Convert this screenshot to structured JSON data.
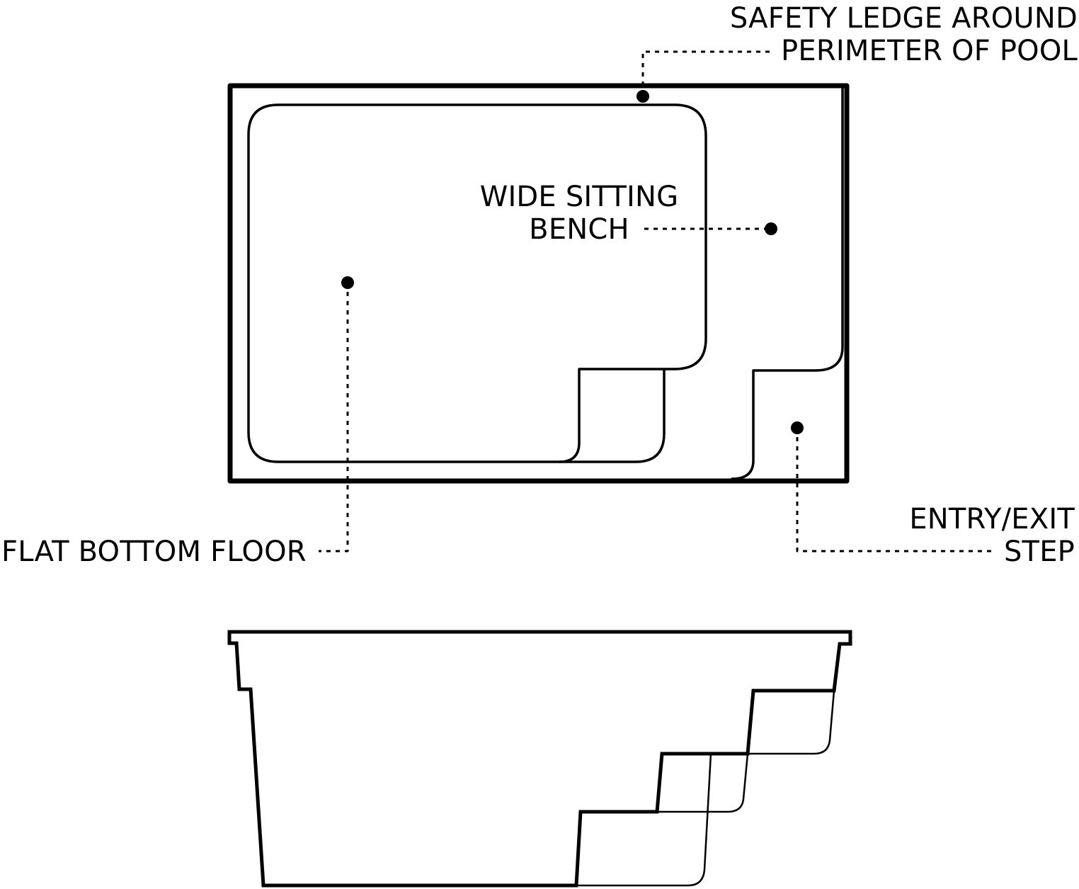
{
  "labels": {
    "safety_ledge": [
      "SAFETY LEDGE AROUND",
      "PERIMETER OF POOL"
    ],
    "sitting_bench": [
      "WIDE SITTING",
      "BENCH"
    ],
    "flat_floor": "FLAT BOTTOM FLOOR",
    "entry_exit": [
      "ENTRY/EXIT",
      "STEP"
    ]
  },
  "colors": {
    "line": "#000000",
    "background": "#ffffff"
  }
}
